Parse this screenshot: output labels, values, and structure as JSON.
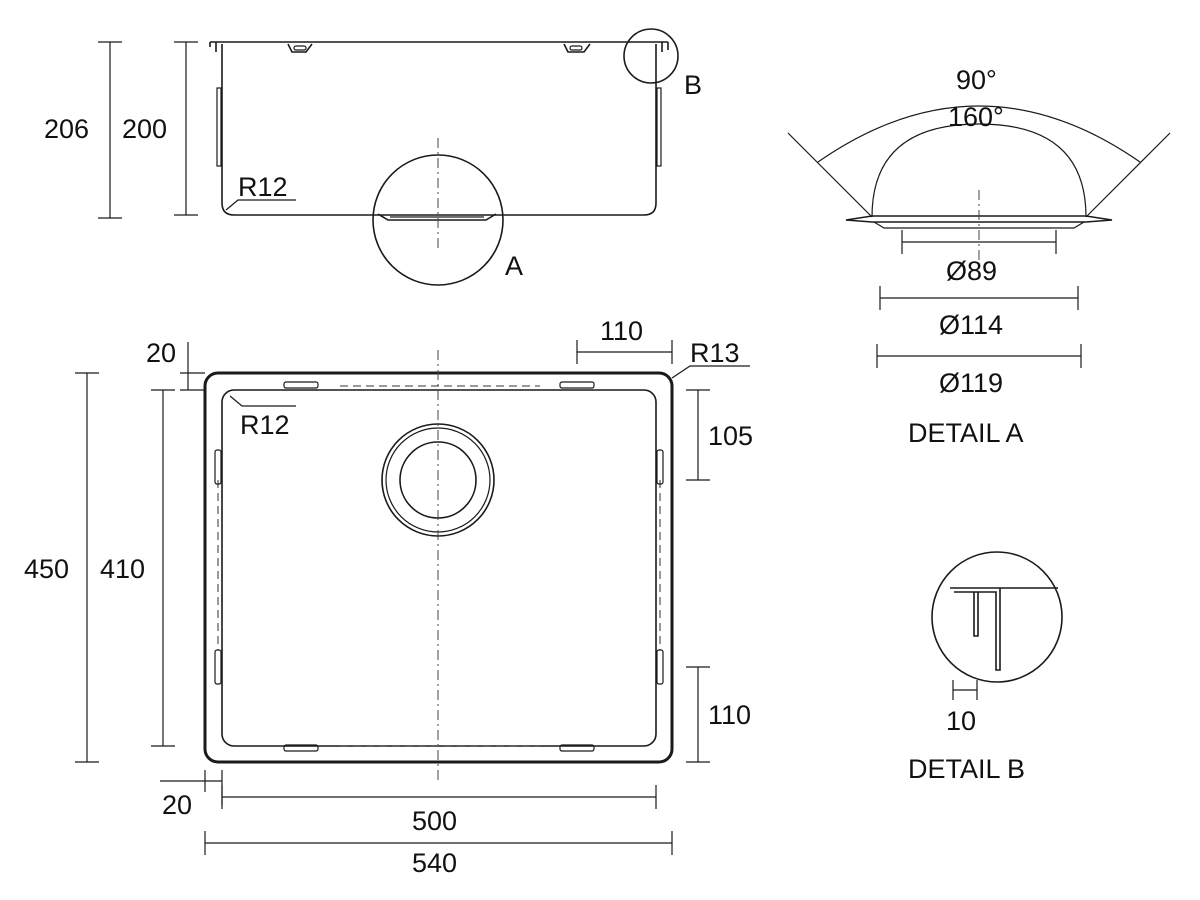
{
  "side_view": {
    "height_outer": "206",
    "height_inner": "200",
    "radius_label": "R12",
    "detail_a_marker": "A",
    "detail_b_marker": "B"
  },
  "top_view": {
    "flange_dim": "20",
    "outer_depth": "450",
    "inner_depth": "410",
    "clip_spacing": "110",
    "corner_radius_outer": "R13",
    "corner_radius_inner": "R12",
    "clip_offset_top": "105",
    "clip_offset_bottom": "110",
    "flange_bottom_dim": "20",
    "inner_width": "500",
    "outer_width": "540"
  },
  "detail_a": {
    "angle_outer": "90°",
    "angle_inner": "160°",
    "diameter_1": "Ø89",
    "diameter_2": "Ø114",
    "diameter_3": "Ø119",
    "title": "DETAIL A"
  },
  "detail_b": {
    "thickness_dim": "10",
    "title": "DETAIL B"
  }
}
